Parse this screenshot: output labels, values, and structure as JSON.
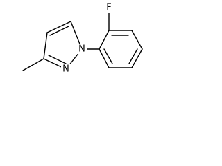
{
  "molecule": {
    "atoms": {
      "fluorine": "F",
      "pyrazole_n1": "N",
      "pyrazole_n2": "N"
    },
    "line_color": "#000000",
    "background": "#ffffff"
  }
}
